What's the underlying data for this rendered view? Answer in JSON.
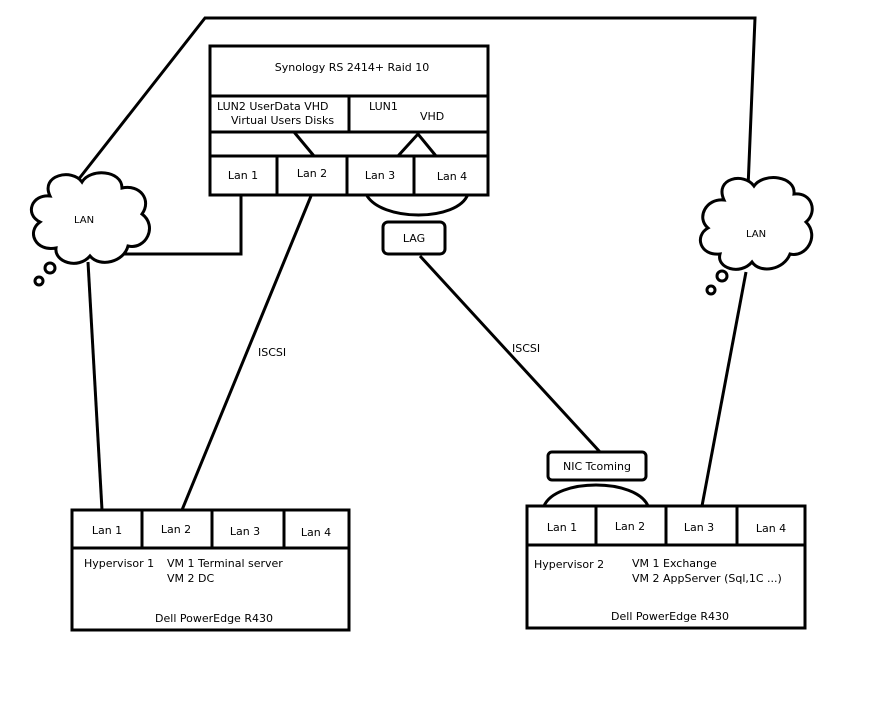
{
  "nas": {
    "title": "Synology RS 2414+ Raid 10",
    "lun2_line1": "LUN2  UserData   VHD",
    "lun2_line2": "Virtual Users Disks",
    "lun1_label": "LUN1",
    "lun1_vhd": "VHD",
    "ports": [
      "Lan 1",
      "Lan 2",
      "Lan 3",
      "Lan 4"
    ]
  },
  "lag_label": "LAG",
  "nic_teaming_label": "NIC Tcoming",
  "clouds": {
    "left": "LAN",
    "right": "LAN"
  },
  "links": {
    "iscsi_left": "ISCSI",
    "iscsi_right": "ISCSI"
  },
  "server1": {
    "ports": [
      "Lan 1",
      "Lan 2",
      "Lan 3",
      "Lan 4"
    ],
    "hypervisor": "Hypervisor 1",
    "vm1": "VM 1 Terminal server",
    "vm2": "VM 2 DC",
    "model": "Dell PowerEdge R430"
  },
  "server2": {
    "ports": [
      "Lan 1",
      "Lan 2",
      "Lan 3",
      "Lan 4"
    ],
    "hypervisor": "Hypervisor 2",
    "vm1": "VM 1 Exchange",
    "vm2": "VM 2 AppServer (Sql,1C ...)",
    "model": "Dell PowerEdge R430"
  }
}
